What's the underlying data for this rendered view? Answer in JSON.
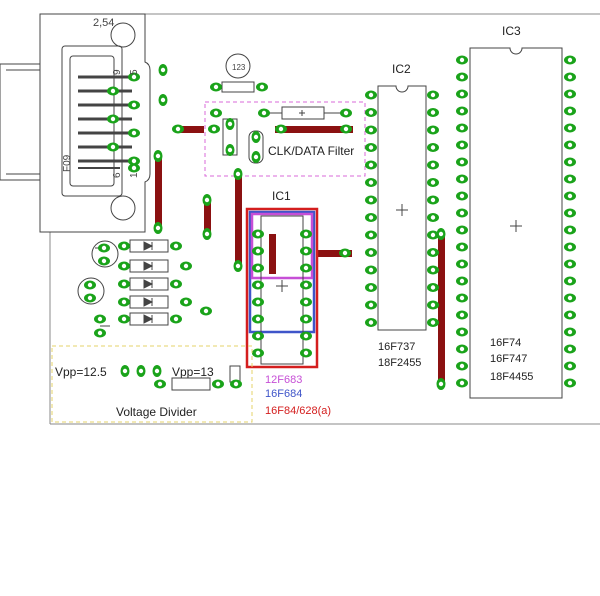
{
  "labels": {
    "pitch": "2,54",
    "connector_code": "F09",
    "pin9": "9",
    "pin5": "5",
    "pin6": "6",
    "pin1": "1",
    "ic1": "IC1",
    "ic2": "IC2",
    "ic3": "IC3",
    "filter": "CLK/DATA Filter",
    "vpp_125": "Vpp=12.5",
    "vpp_13": "Vpp=13",
    "divider": "Voltage Divider"
  },
  "ic1_variants": [
    {
      "name": "12F683",
      "color": "#c64fd6"
    },
    {
      "name": "16F684",
      "color": "#3f55c9"
    },
    {
      "name": "16F84/628(a)",
      "color": "#d41e1e"
    }
  ],
  "ic2_parts": [
    "16F737",
    "18F2455"
  ],
  "ic3_parts": [
    "16F74",
    "16F747",
    "18F4455"
  ],
  "colors": {
    "pad": "#1aa31a",
    "trace": "#8b1111",
    "outline": "#444444",
    "filter_box": "#d86ad8",
    "divider_box": "#e6d36a"
  }
}
